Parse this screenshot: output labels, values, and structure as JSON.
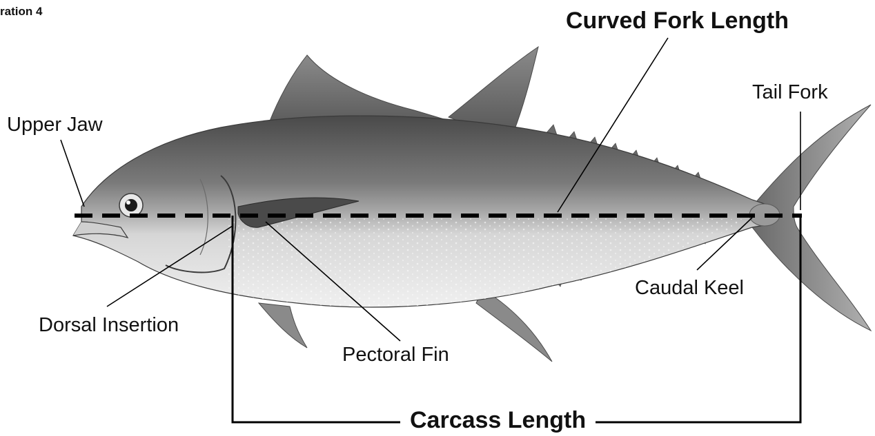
{
  "figure": {
    "label": "ration 4"
  },
  "labels": {
    "upper_jaw": "Upper Jaw",
    "dorsal_insertion": "Dorsal Insertion",
    "pectoral_fin": "Pectoral Fin",
    "tail_fork": "Tail Fork",
    "caudal_keel": "Caudal Keel",
    "curved_fork_length": "Curved Fork Length",
    "carcass_length": "Carcass Length"
  },
  "colors": {
    "text": "#111111",
    "measure_line": "#000000",
    "fish_back": "#5a5a5a",
    "fish_belly": "#ececec"
  }
}
